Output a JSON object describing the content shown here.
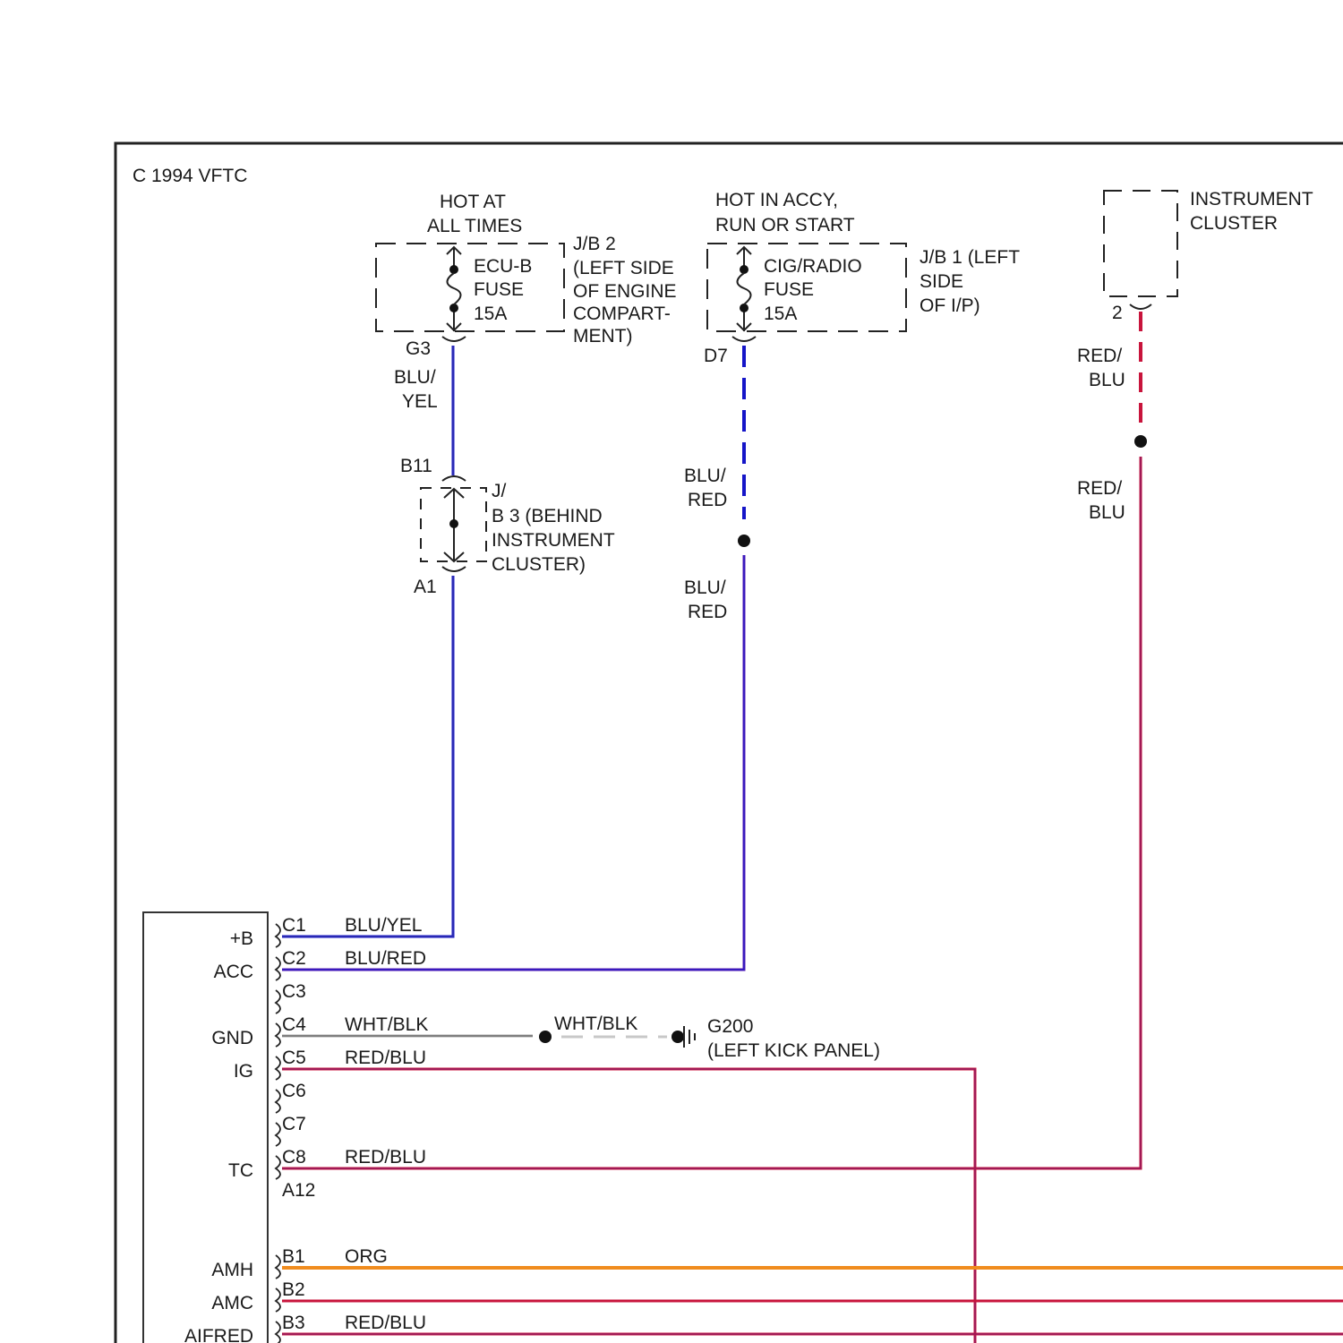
{
  "diagram": {
    "title": "C  1994 VFTC",
    "jb2": {
      "header_line1": "HOT AT",
      "header_line2": "ALL TIMES",
      "fuse_name": "ECU-B",
      "fuse_word": "FUSE",
      "fuse_rating": "15A",
      "location_lines": [
        "J/B 2",
        "(LEFT SIDE",
        "OF ENGINE",
        "COMPART-",
        "MENT)"
      ],
      "connector": "G3"
    },
    "jb1": {
      "header_line1": "HOT IN ACCY,",
      "header_line2": "RUN OR START",
      "fuse_name": "CIG/RADIO",
      "fuse_word": "FUSE",
      "fuse_rating": "15A",
      "location_lines": [
        "J/B 1 (LEFT",
        "SIDE",
        "OF I/P)"
      ],
      "connector": "D7"
    },
    "instrument_cluster": {
      "label_lines": [
        "INSTRUMENT",
        "CLUSTER"
      ],
      "pin": "2"
    },
    "jb3": {
      "top_connector": "B11",
      "bottom_connector": "A1",
      "location_lines": [
        "J/",
        "B 3 (BEHIND",
        "INSTRUMENT",
        "CLUSTER)"
      ]
    },
    "wire_labels": {
      "blu_yel_top_1": "BLU/",
      "blu_yel_top_2": "YEL",
      "blu_red_upper_1": "BLU/",
      "blu_red_upper_2": "RED",
      "blu_red_lower_1": "BLU/",
      "blu_red_lower_2": "RED",
      "red_blu_upper_1": "RED/",
      "red_blu_upper_2": "BLU",
      "red_blu_lower_1": "RED/",
      "red_blu_lower_2": "BLU"
    },
    "ground": {
      "wire_label": "WHT/BLK",
      "name": "G200",
      "location": "(LEFT KICK PANEL)"
    },
    "unit_pins": [
      {
        "func": "+B",
        "pin": "C1",
        "wire": "BLU/YEL"
      },
      {
        "func": "ACC",
        "pin": "C2",
        "wire": "BLU/RED"
      },
      {
        "func": "",
        "pin": "C3",
        "wire": ""
      },
      {
        "func": "GND",
        "pin": "C4",
        "wire": "WHT/BLK"
      },
      {
        "func": "IG",
        "pin": "C5",
        "wire": "RED/BLU"
      },
      {
        "func": "",
        "pin": "C6",
        "wire": ""
      },
      {
        "func": "",
        "pin": "C7",
        "wire": ""
      },
      {
        "func": "TC",
        "pin": "C8",
        "wire": "RED/BLU"
      },
      {
        "func": "",
        "pin": "A12",
        "wire": ""
      },
      {
        "func": "AMH",
        "pin": "B1",
        "wire": "ORG"
      },
      {
        "func": "AMC",
        "pin": "B2",
        "wire": ""
      },
      {
        "func": "AIFRED",
        "pin": "B3",
        "wire": "RED/BLU"
      }
    ],
    "colors": {
      "blue_wire": "#1515c8",
      "blu_yel_core": "#3a3aa0",
      "purple_wire": "#5a1eb4",
      "red_blu_wire": "#c8143c",
      "red_blu_core": "#7a1e6e",
      "orange_wire": "#f08c1e",
      "gray_wire": "#a8a8a8"
    }
  }
}
